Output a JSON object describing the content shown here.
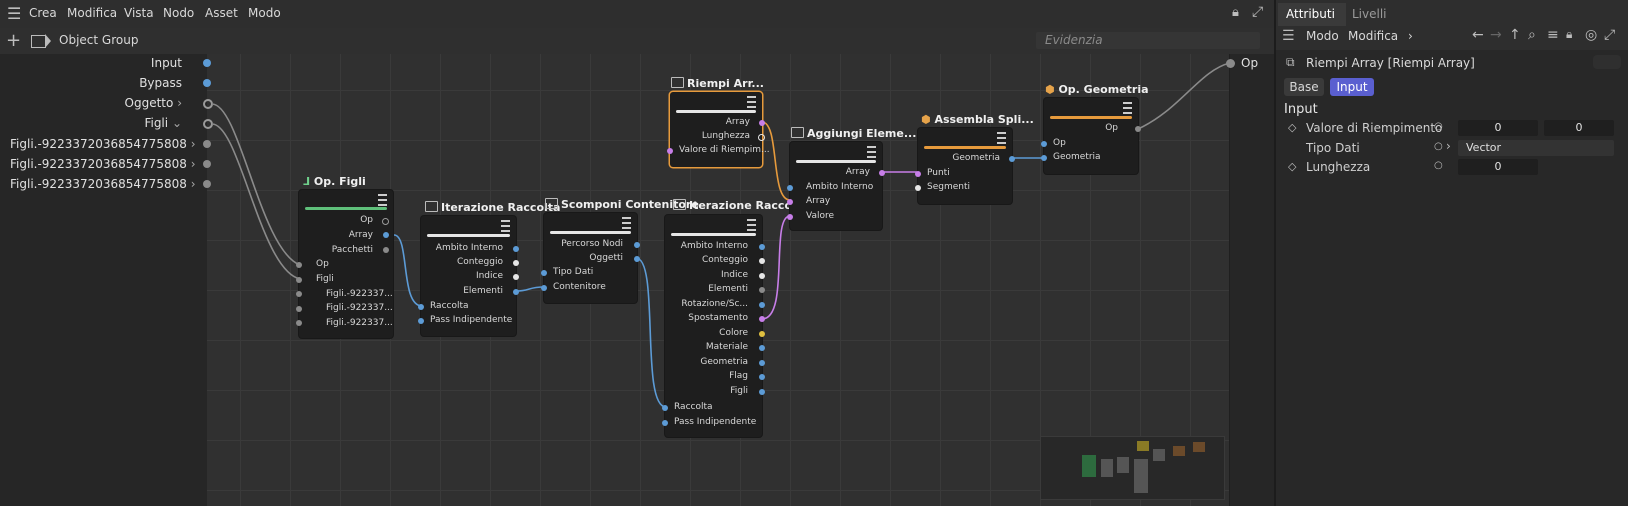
{
  "menubar": {
    "items": [
      "Crea",
      "Modifica",
      "Vista",
      "Nodo",
      "Asset",
      "Modo"
    ]
  },
  "toolbar": {
    "title": "Object Group",
    "search_placeholder": "Evidenzia"
  },
  "left_ports": [
    {
      "label": "Input"
    },
    {
      "label": "Bypass"
    },
    {
      "label": "Oggetto",
      "arrow": "›"
    },
    {
      "label": "Figli",
      "arrow": "⌄"
    },
    {
      "label": "Figli.-9223372036854775808",
      "arrow": "›"
    },
    {
      "label": "Figli.-9223372036854775808",
      "arrow": "›"
    },
    {
      "label": "Figli.-9223372036854775808",
      "arrow": "›"
    }
  ],
  "right_port": "Op",
  "nodes": {
    "op_figli": {
      "title": "Op. Figli",
      "ports": [
        "Op",
        "Array",
        "Pacchetti",
        "Op",
        "Figli",
        "Figli.-922337...",
        "Figli.-922337...",
        "Figli.-922337..."
      ]
    },
    "iter1": {
      "title": "Iterazione Raccolta",
      "ports": [
        "Ambito Interno",
        "Conteggio",
        "Indice",
        "Elementi",
        "Raccolta",
        "Pass Indipendente"
      ]
    },
    "scomponi": {
      "title": "Scomponi Contenitore",
      "ports": [
        "Percorso Nodi",
        "Oggetti",
        "Tipo Dati",
        "Contenitore"
      ]
    },
    "riempi": {
      "title": "Riempi Arr...",
      "ports": [
        "Array",
        "Lunghezza",
        "Valore di Riempim..."
      ]
    },
    "iter2": {
      "title": "Iterazione Raccolta",
      "ports": [
        "Ambito Interno",
        "Conteggio",
        "Indice",
        "Elementi",
        "Rotazione/Sc...",
        "Spostamento",
        "Colore",
        "Materiale",
        "Geometria",
        "Flag",
        "Figli",
        "Raccolta",
        "Pass Indipendente"
      ]
    },
    "aggiungi": {
      "title": "Aggiungi Eleme...",
      "ports": [
        "Array",
        "Ambito Interno",
        "Array",
        "Valore"
      ]
    },
    "assembla": {
      "title": "Assembla Spli...",
      "ports": [
        "Geometria",
        "Punti",
        "Segmenti"
      ]
    },
    "geometria": {
      "title": "Op. Geometria",
      "ports": [
        "Op",
        "Op",
        "Geometria"
      ]
    }
  },
  "attributes": {
    "tabs": [
      "Attributi",
      "Livelli"
    ],
    "menu": [
      "Modo",
      "Modifica",
      "›"
    ],
    "node_title": "Riempi Array [Riempi Array]",
    "subtabs": [
      "Base",
      "Input"
    ],
    "section": "Input",
    "rows": [
      {
        "label": "Valore di Riempimento",
        "values": [
          "0",
          "0"
        ]
      },
      {
        "label": "Tipo Dati",
        "values": [
          "Vector"
        ]
      },
      {
        "label": "Lunghezza",
        "values": [
          "0"
        ]
      }
    ]
  },
  "colors": {
    "accent": "#5a5fd0",
    "selected_node": "#e69a3c",
    "wire_blue": "#5c9bd6",
    "wire_purple": "#c77ee8"
  }
}
